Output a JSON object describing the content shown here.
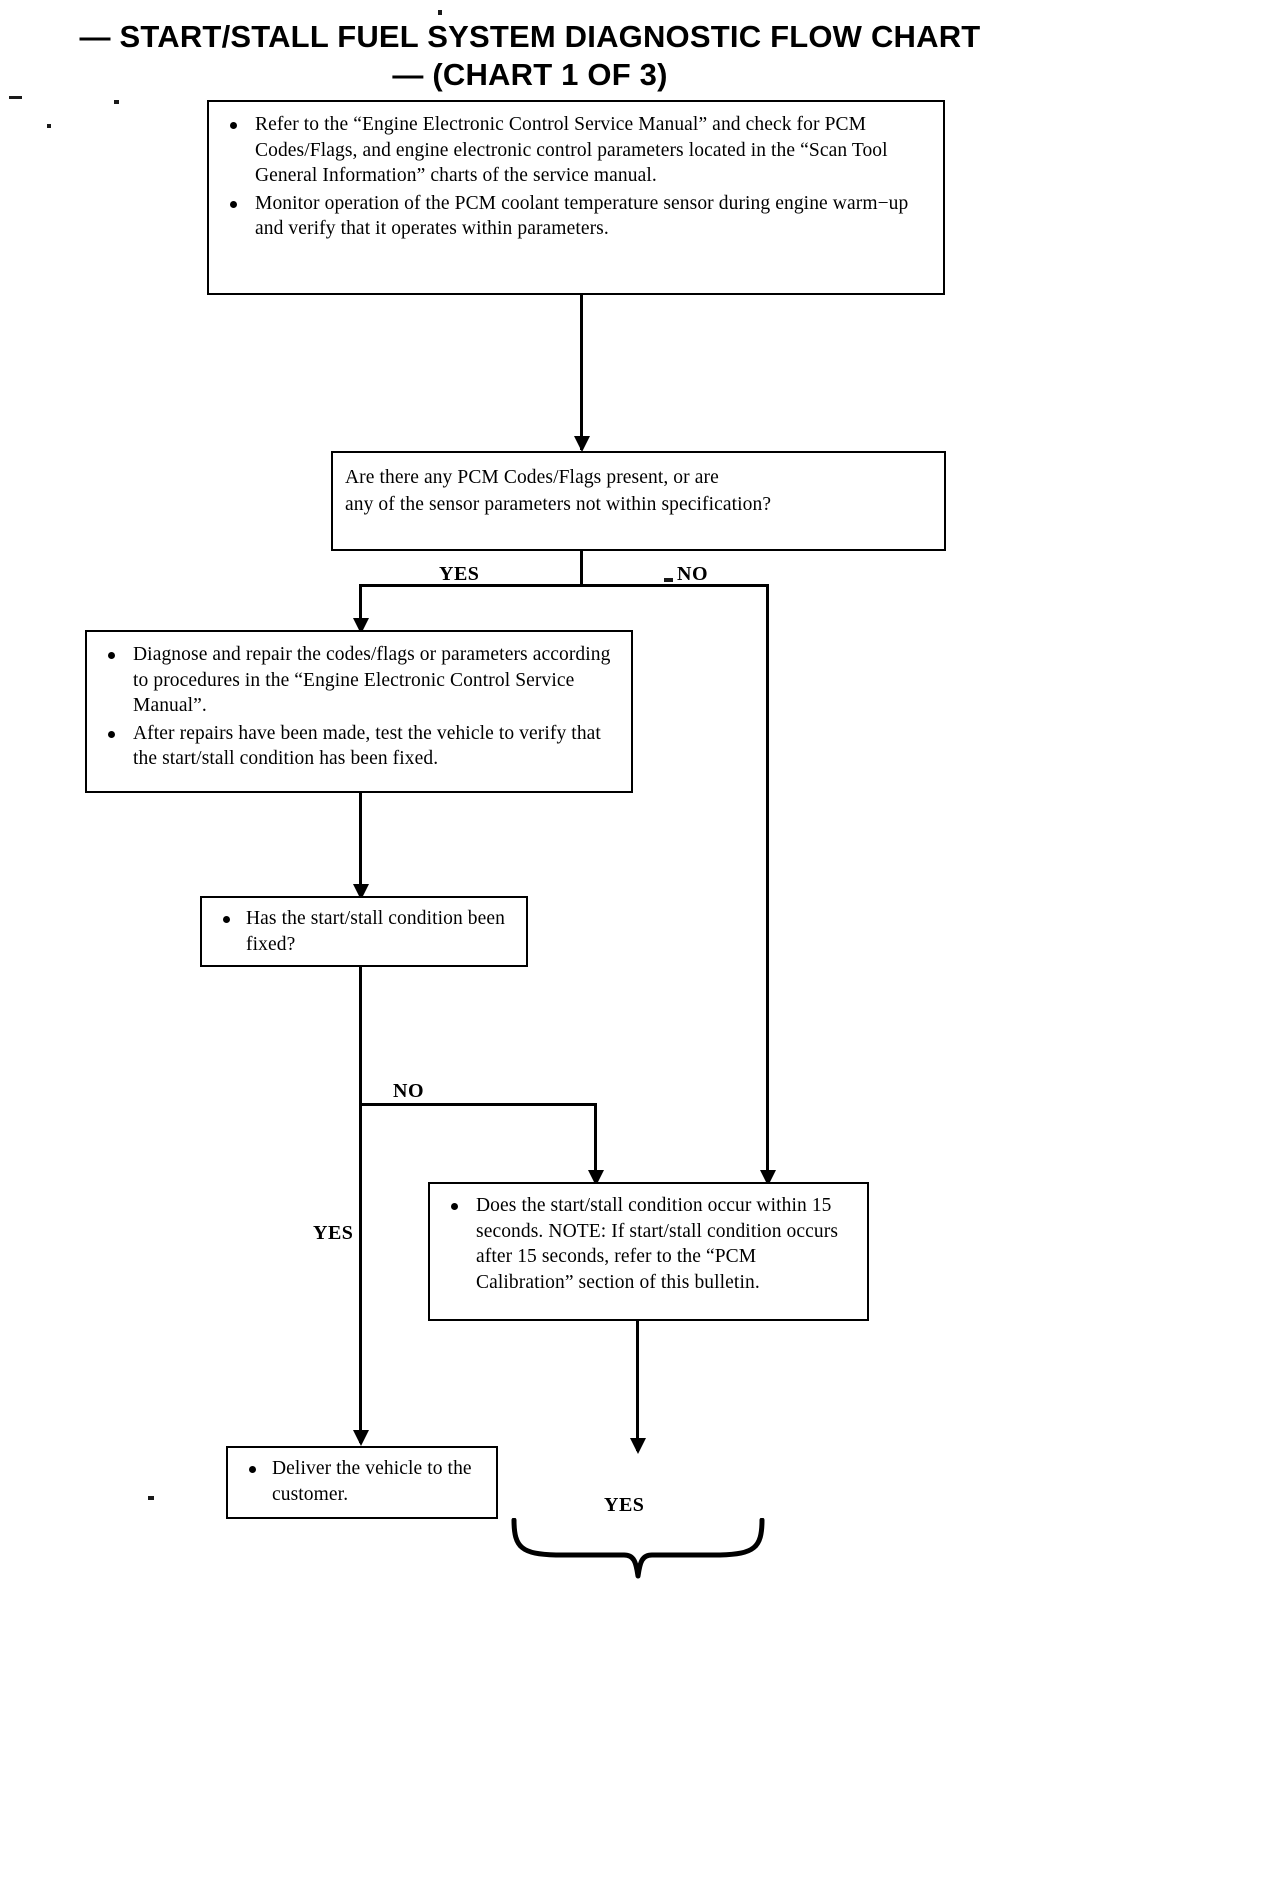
{
  "document": {
    "title_line1": "— START/STALL FUEL SYSTEM DIAGNOSTIC FLOW CHART",
    "title_line2": "— (CHART 1 OF 3)"
  },
  "flowchart": {
    "type": "flowchart",
    "nodes": [
      {
        "id": "n1",
        "kind": "process",
        "style": "bullets",
        "lines": [
          "Refer to the “Engine Electronic Control Service Manual” and check for PCM Codes/Flags, and engine electronic control parameters located in the “Scan Tool General Information” charts of the service manual.",
          "Monitor operation of the PCM coolant temperature sensor during engine warm−up and verify that it operates within parameters."
        ]
      },
      {
        "id": "n2",
        "kind": "decision",
        "style": "plain",
        "lines": [
          "Are there any PCM Codes/Flags present, or are",
          "any of the sensor parameters not within specification?"
        ]
      },
      {
        "id": "n3",
        "kind": "process",
        "style": "bullets",
        "lines": [
          "Diagnose and repair the codes/flags or parameters according to procedures in the “Engine Electronic Control Service Manual”.",
          "After repairs have been made, test the vehicle to verify that the start/stall condition has been fixed."
        ]
      },
      {
        "id": "n4",
        "kind": "decision",
        "style": "bullets",
        "lines": [
          "Has the start/stall condition been fixed?"
        ]
      },
      {
        "id": "n5",
        "kind": "decision",
        "style": "bullets",
        "lines": [
          "Does the start/stall condition occur within 15 seconds. NOTE: If start/stall condition occurs after 15 seconds, refer to the “PCM Calibration” section of this bulletin."
        ]
      },
      {
        "id": "n6",
        "kind": "terminal",
        "style": "bullets",
        "lines": [
          "Deliver the vehicle to the customer."
        ]
      }
    ],
    "branch_labels": {
      "n2_yes": "YES",
      "n2_no": "NO",
      "n4_no": "NO",
      "n4_yes": "YES",
      "n5_yes": "YES"
    }
  },
  "colors": {
    "ink": "#000000",
    "paper": "#ffffff"
  }
}
